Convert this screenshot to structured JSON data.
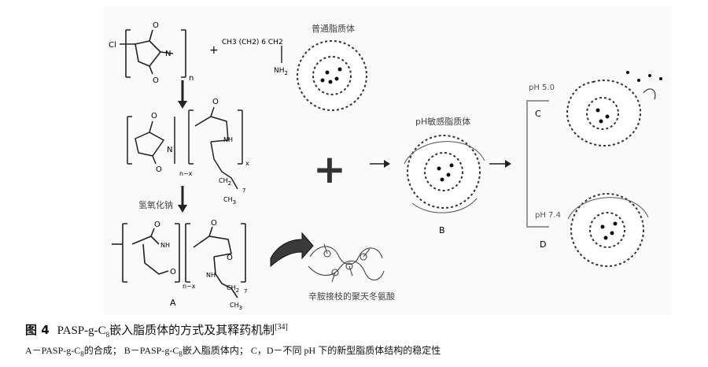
{
  "figure": {
    "label_std_liposome": "普通脂质体",
    "label_ph_liposome": "pH敏感脂质体",
    "label_naoh": "氢氧化钠",
    "label_polymer": "辛胺接枝的聚天冬氨酸",
    "label_ph_low": "pH 5.0",
    "label_ph_high": "pH 7.4",
    "panel_a": "A",
    "panel_b": "B",
    "panel_c": "C",
    "panel_d": "D",
    "chem": {
      "cl": "Cl",
      "n": "N",
      "nh": "NH",
      "nh2": "NH",
      "sub_2": "2",
      "sub_n": "n",
      "sub_nx": "n−x",
      "sub_x": "x",
      "o": "O",
      "ch2": "CH",
      "sub_7": "7",
      "ch3": "CH",
      "sub_3": "3",
      "octylamine": "CH3 (CH2) 6 CH2",
      "plus": "+"
    }
  },
  "caption": {
    "fig_no": "图 4",
    "title_pre": "PASP-g-C",
    "title_sub": "8",
    "title_post": "嵌入脂质体的方式及其释药机制",
    "ref": "[34]",
    "legend_a_pre": "A－PASP-g-C",
    "legend_a_sub": "8",
    "legend_a_post": "的合成；",
    "legend_b_pre": "B－PASP-g-C",
    "legend_b_sub": "8",
    "legend_b_post": "嵌入脂质体内；",
    "legend_cd": "C，D－不同 pH 下的新型脂质体结构的稳定性"
  }
}
